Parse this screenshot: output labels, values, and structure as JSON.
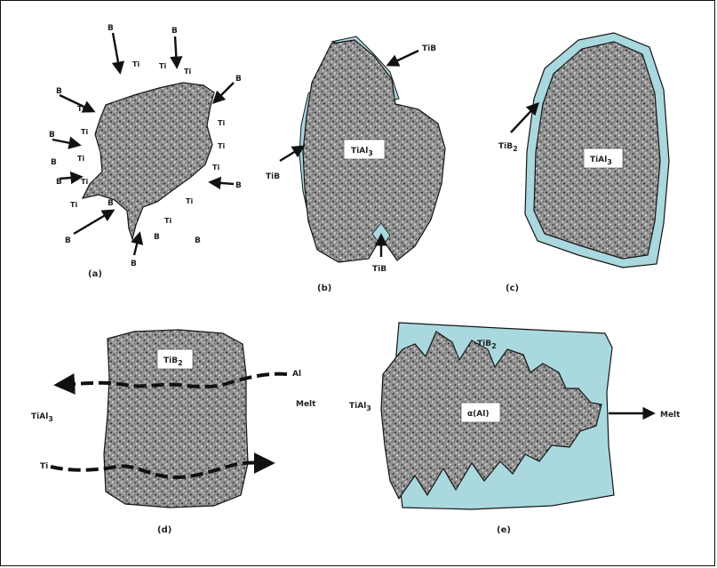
{
  "palette": {
    "grain": "#8e8e8e",
    "grain_dark": "#2a2a2a",
    "phase_blue": "#a9d8de",
    "outline": "#151515",
    "ink": "#111111"
  },
  "panels": {
    "a": {
      "caption": "(a)",
      "labels": [
        "B",
        "B",
        "Ti",
        "Ti",
        "Ti",
        "B",
        "B",
        "Ti",
        "B",
        "Ti",
        "Ti",
        "B",
        "Ti",
        "Ti",
        "B",
        "Ti",
        "Ti",
        "B",
        "Ti",
        "B",
        "B",
        "B",
        "Ti",
        "Ti",
        "B",
        "B"
      ]
    },
    "b": {
      "caption": "(b)",
      "core_label": "TiAl",
      "core_sub": "3",
      "tib_top": "TiB",
      "tib_left": "TiB",
      "tib_bottom": "TiB"
    },
    "c": {
      "caption": "(c)",
      "core_label": "TiAl",
      "core_sub": "3",
      "shell_label": "TiB",
      "shell_sub": "2"
    },
    "d": {
      "caption": "(d)",
      "core_label": "TiB",
      "core_sub": "2",
      "al": "Al",
      "melt": "Melt",
      "tial": "TiAl",
      "tial_sub": "3",
      "ti": "Ti"
    },
    "e": {
      "caption": "(e)",
      "top_label": "TiB",
      "top_sub": "2",
      "core_label": "α(Al)",
      "tial": "TiAl",
      "tial_sub": "3",
      "melt": "Melt"
    }
  }
}
